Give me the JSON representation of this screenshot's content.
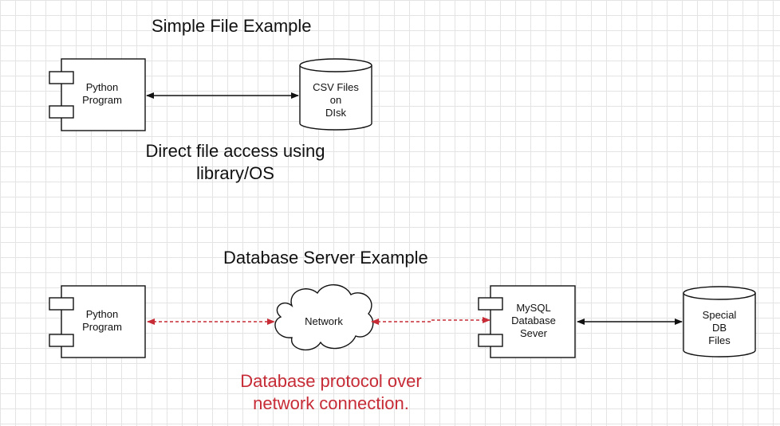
{
  "section_1": {
    "title": "Simple File Example",
    "component_label": [
      "Python",
      "Program"
    ],
    "store_label": [
      "CSV Files",
      "on",
      "DIsk"
    ],
    "caption": [
      "Direct file access using",
      "library/OS"
    ]
  },
  "section_2": {
    "title": "Database Server Example",
    "component_label": [
      "Python",
      "Program"
    ],
    "cloud_label": "Network",
    "server_label": [
      "MySQL",
      "Database",
      "Sever"
    ],
    "store_label": [
      "Special",
      "DB",
      "Files"
    ],
    "caption": [
      "Database protocol over",
      "network connection."
    ]
  },
  "colors": {
    "line": "#111111",
    "network_link": "#c62b36",
    "caption_red": "#c62b36"
  }
}
